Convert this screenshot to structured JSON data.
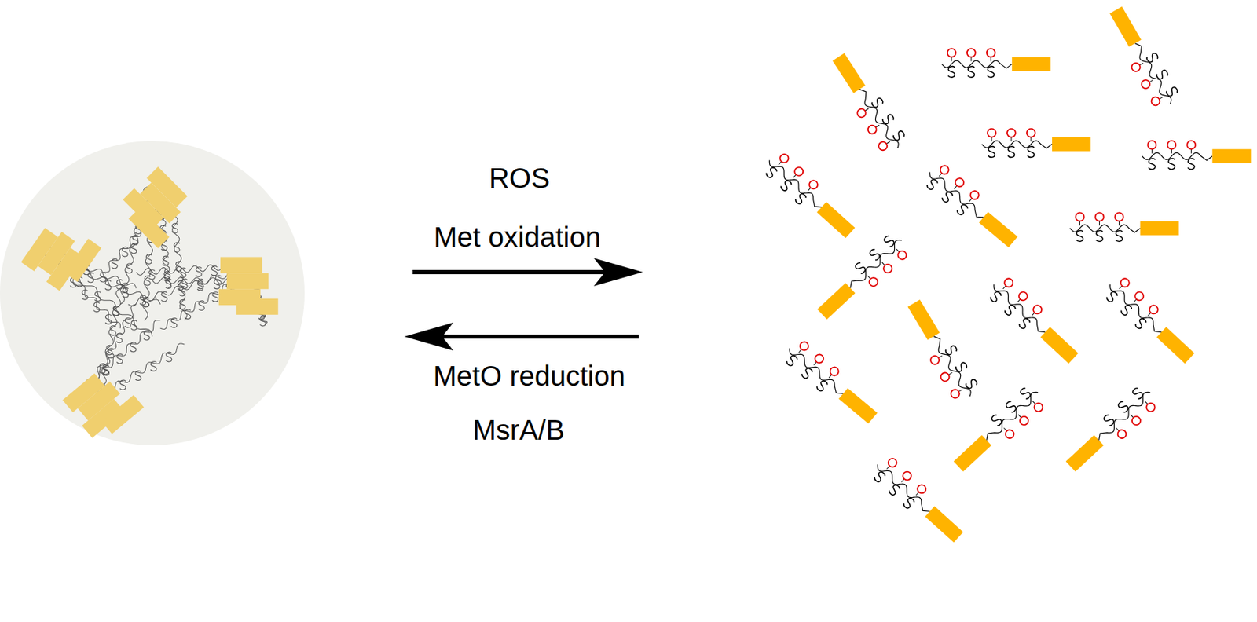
{
  "diagram": {
    "labels": [
      "ROS",
      "Met oxidation",
      "MetO reduction",
      "MsrA/B"
    ]
  }
}
